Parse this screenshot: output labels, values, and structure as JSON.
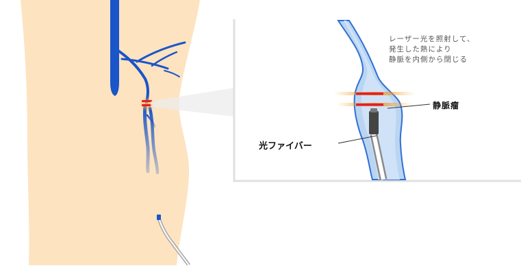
{
  "diagram": {
    "description_lines": [
      "レーザー光を照射して、",
      "発生した熱により",
      "静脈を内側から閉じる"
    ],
    "labels": {
      "varix": "静脈瘤",
      "optical_fiber": "光ファイバー"
    },
    "colors": {
      "skin": "#fde3c0",
      "vein": "#1a55c9",
      "vein_light": "#9cc2ec",
      "laser_red": "#e0202a",
      "laser_orange": "#f5a623",
      "fiber": "#444444",
      "inset_bg": "#ffffff"
    }
  }
}
